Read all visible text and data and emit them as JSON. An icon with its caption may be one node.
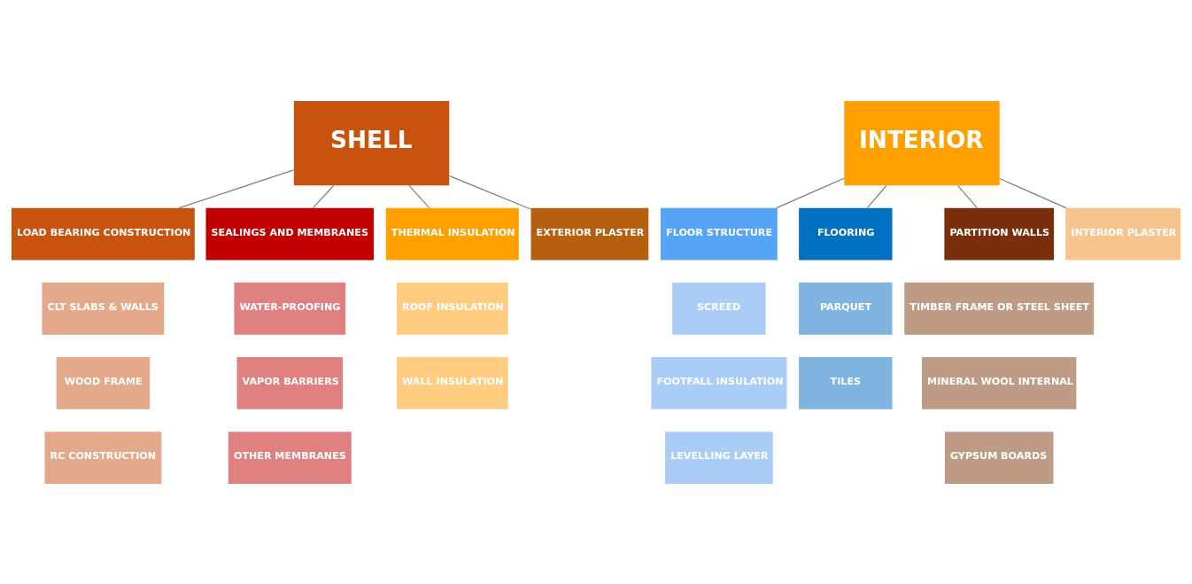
{
  "diagram": {
    "nodes": [
      {
        "text": [
          "SHELL"
        ]
      },
      {
        "text": [
          "LOAD BEARING CONSTRUCTION"
        ]
      },
      {
        "text": [
          "SEALINGS AND MEMBRANES"
        ]
      },
      {
        "text": [
          "THERMAL INSULATION"
        ]
      },
      {
        "text": [
          "EXTERIOR PLASTER"
        ]
      },
      {
        "text": [
          "CLT SLABS & WALLS"
        ]
      },
      {
        "text": [
          "WATER-PROOFING"
        ]
      },
      {
        "text": [
          "ROOF INSULATION"
        ]
      },
      {
        "text": [
          "WOOD FRAME"
        ]
      },
      {
        "text": [
          "VAPOR BARRIERS"
        ]
      },
      {
        "text": [
          "WALL INSULATION"
        ]
      },
      {
        "text": [
          "RC CONSTRUCTION"
        ]
      },
      {
        "text": [
          "OTHER MEMBRANES"
        ]
      },
      {
        "text": [
          "INTERIOR"
        ]
      },
      {
        "text": [
          "FLOOR STRUCTURE"
        ]
      },
      {
        "text": [
          "FLOORING"
        ]
      },
      {
        "text": [
          "PARTITION WALLS"
        ]
      },
      {
        "text": [
          "INTERIOR PLASTER"
        ]
      },
      {
        "text": [
          "SCREED"
        ]
      },
      {
        "text": [
          "PARQUET"
        ]
      },
      {
        "text": [
          "TIMBER FRAME OR STEEL SHEET"
        ]
      },
      {
        "text": [
          "FOOTFALL INSULATION"
        ]
      },
      {
        "text": [
          "TILES"
        ]
      },
      {
        "text": [
          "MINERAL WOOL INTERNAL"
        ]
      },
      {
        "text": [
          "LEVELLING LAYER"
        ]
      },
      {
        "text": [
          "GYPSUM BOARDS"
        ]
      }
    ],
    "edges": [
      {
        "from": 0,
        "to": 1,
        "arrow": "none"
      },
      {
        "from": 0,
        "to": 2,
        "arrow": "none"
      },
      {
        "from": 0,
        "to": 3,
        "arrow": "none"
      },
      {
        "from": 0,
        "to": 4,
        "arrow": "none"
      },
      {
        "from": 13,
        "to": 14,
        "arrow": "none"
      },
      {
        "from": 13,
        "to": 15,
        "arrow": "none"
      },
      {
        "from": 13,
        "to": 16,
        "arrow": "none"
      },
      {
        "from": 13,
        "to": 17,
        "arrow": "none"
      }
    ]
  }
}
